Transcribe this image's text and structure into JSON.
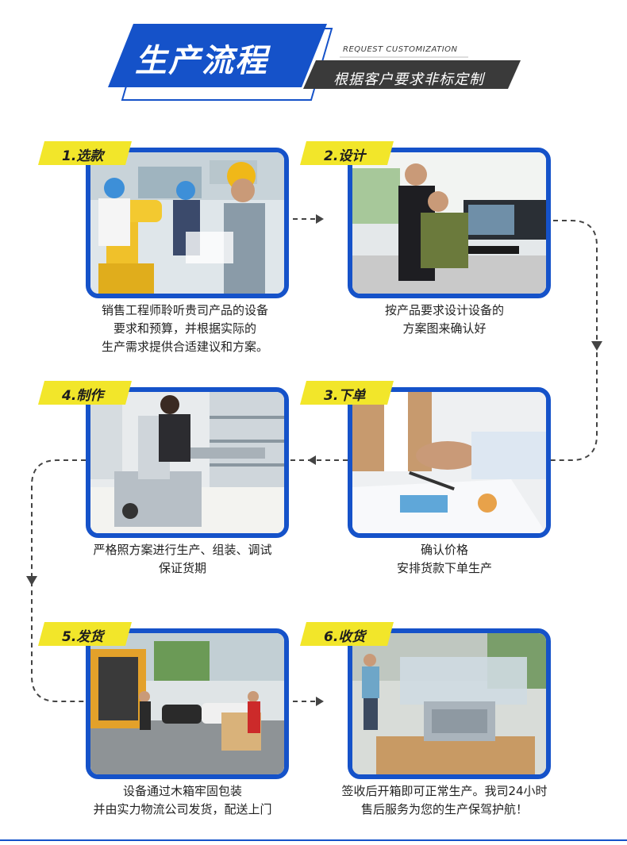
{
  "header": {
    "title": "生产流程",
    "subtitle_en": "REQUEST CUSTOMIZATION",
    "subtitle_cn": "根据客户要求非标定制"
  },
  "colors": {
    "accent_blue": "#1552c9",
    "tag_yellow": "#f2e62a",
    "dark_bar": "#3a3a3a"
  },
  "steps": [
    {
      "label": "1.选款",
      "photo": "engineers-with-robot-arm",
      "desc": [
        "销售工程师聆听贵司产品的设备",
        "要求和预算，并根据实际的",
        "生产需求提供合适建议和方案。"
      ]
    },
    {
      "label": "2.设计",
      "photo": "designers-at-computer",
      "desc": [
        "按产品要求设计设备的",
        "方案图来确认好"
      ]
    },
    {
      "label": "3.下单",
      "photo": "handshake-over-documents",
      "desc": [
        "确认价格",
        "安排货款下单生产"
      ]
    },
    {
      "label": "4.制作",
      "photo": "workshop-machine-assembly",
      "desc": [
        "严格照方案进行生产、组装、调试",
        "保证货期"
      ]
    },
    {
      "label": "5.发货",
      "photo": "truck-loading-wooden-crate",
      "desc": [
        "设备通过木箱牢固包装",
        "并由实力物流公司发货，配送上门"
      ]
    },
    {
      "label": "6.收货",
      "photo": "machine-unboxed-on-pallet",
      "desc": [
        "签收后开箱即可正常生产。我司24小时",
        "售后服务为您的生产保驾护航！"
      ]
    }
  ]
}
